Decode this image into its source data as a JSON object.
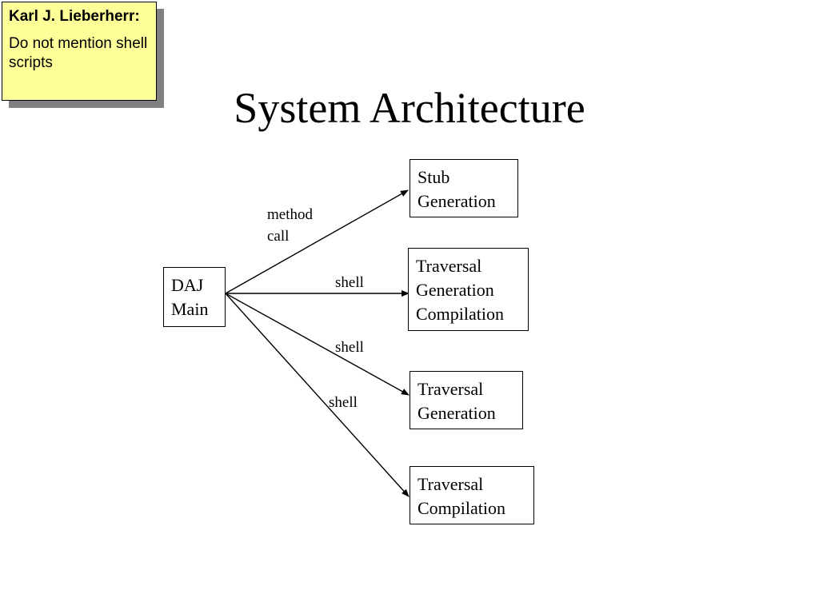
{
  "note": {
    "author": "Karl J. Lieberherr:",
    "text": "Do not mention shell scripts",
    "color": "#ffff99"
  },
  "title": "System Architecture",
  "nodes": {
    "daj_main": [
      "DAJ",
      "Main"
    ],
    "stub_generation": [
      "Stub",
      "Generation"
    ],
    "traversal_gen_comp": [
      "Traversal",
      "Generation",
      "Compilation"
    ],
    "traversal_generation": [
      "Traversal",
      "Generation"
    ],
    "traversal_compilation": [
      "Traversal",
      "Compilation"
    ]
  },
  "edges": {
    "method_call": [
      "method",
      "call"
    ],
    "shell_1": "shell",
    "shell_2": "shell",
    "shell_3": "shell"
  }
}
